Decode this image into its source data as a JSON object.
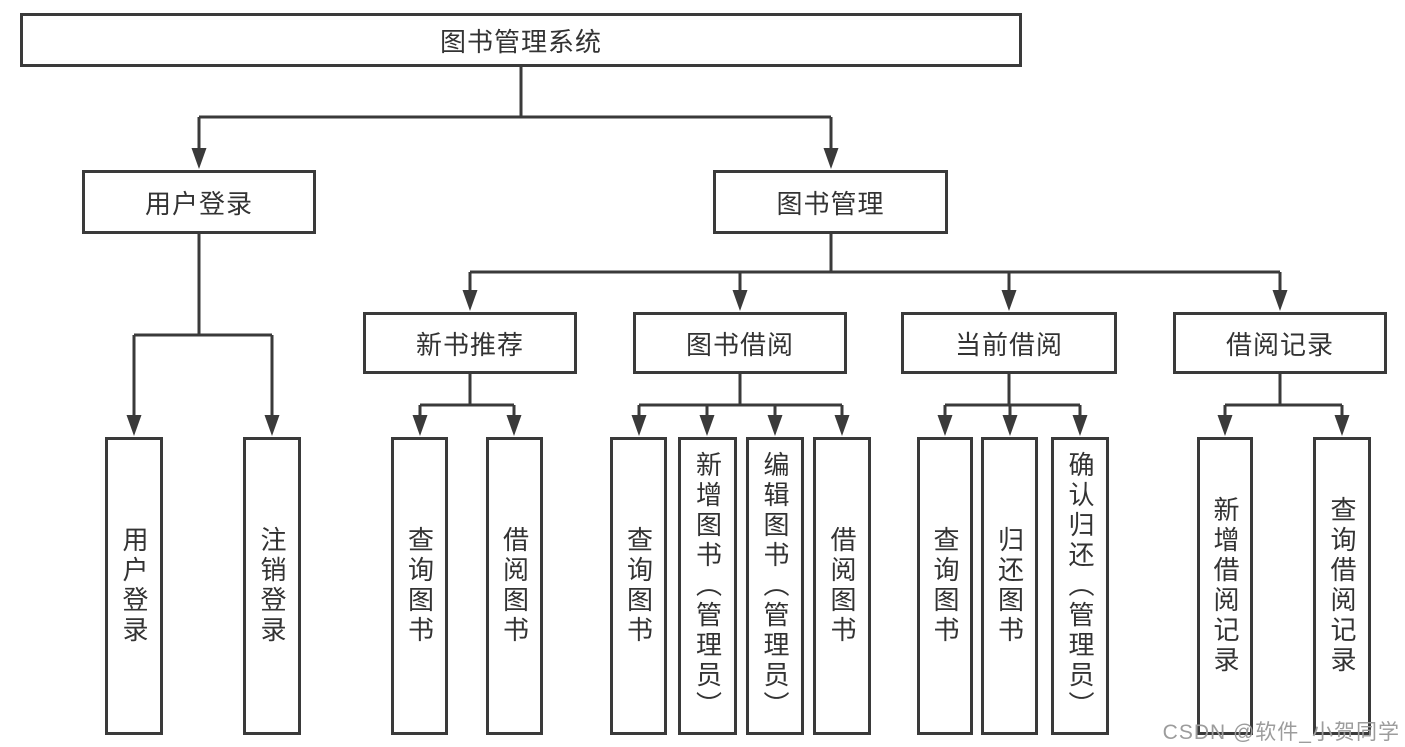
{
  "diagram": {
    "title": "图书管理系统",
    "tree": {
      "root": "图书管理系统",
      "level2": [
        {
          "label": "用户登录",
          "children": [
            "用户登录",
            "注销登录"
          ]
        },
        {
          "label": "图书管理"
        }
      ],
      "level3": [
        {
          "label": "新书推荐",
          "children": [
            "查询图书",
            "借阅图书"
          ]
        },
        {
          "label": "图书借阅",
          "children": [
            "查询图书",
            "新增图书（管理员）",
            "编辑图书（管理员）",
            "借阅图书"
          ]
        },
        {
          "label": "当前借阅",
          "children": [
            "查询图书",
            "归还图书",
            "确认归还（管理员）"
          ]
        },
        {
          "label": "借阅记录",
          "children": [
            "新增借阅记录",
            "查询借阅记录"
          ]
        }
      ]
    },
    "colors": {
      "line": "#3a3a3a",
      "text": "#333333",
      "background": "#ffffff",
      "watermark": "#9c9c9c"
    }
  },
  "watermark": {
    "text": "CSDN @软件_小贺同学"
  }
}
